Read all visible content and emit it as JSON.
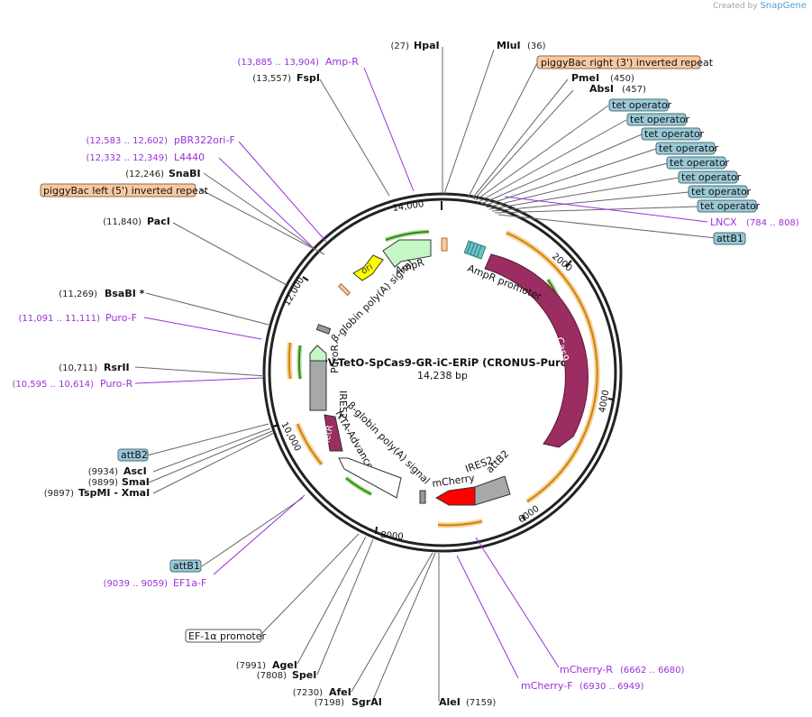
{
  "credit": {
    "prefix": "Created by",
    "brand": "SnapGene"
  },
  "plasmid": {
    "name": "pPV-TetO-SpCas9-GR-iC-ERiP (CRONUS-Puro)",
    "size": "14,238 bp"
  },
  "ticks": [
    "2000",
    "4000",
    "6000",
    "8000",
    "10,000",
    "12,000",
    "14,000"
  ],
  "enzymes": [
    {
      "name": "HpaI",
      "pos": "(27)"
    },
    {
      "name": "MluI",
      "pos": "(36)"
    },
    {
      "name": "PmeI",
      "pos": "(450)"
    },
    {
      "name": "AbsI",
      "pos": "(457)"
    },
    {
      "name": "FspI",
      "pos": "(13,557)"
    },
    {
      "name": "SnaBI",
      "pos": "(12,246)"
    },
    {
      "name": "PacI",
      "pos": "(11,840)"
    },
    {
      "name": "BsaBI *",
      "pos": "(11,269)"
    },
    {
      "name": "RsrII",
      "pos": "(10,711)"
    },
    {
      "name": "AscI",
      "pos": "(9934)"
    },
    {
      "name": "SmaI",
      "pos": "(9899)"
    },
    {
      "name": "TspMI - XmaI",
      "pos": "(9897)"
    },
    {
      "name": "AgeI",
      "pos": "(7991)"
    },
    {
      "name": "SpeI",
      "pos": "(7808)"
    },
    {
      "name": "AfeI",
      "pos": "(7230)"
    },
    {
      "name": "SgrAI",
      "pos": "(7198)"
    },
    {
      "name": "AleI",
      "pos": "(7159)"
    }
  ],
  "primers": [
    {
      "name": "Amp-R",
      "range": "(13,885 .. 13,904)"
    },
    {
      "name": "pBR322ori-F",
      "range": "(12,583 .. 12,602)"
    },
    {
      "name": "L4440",
      "range": "(12,332 .. 12,349)"
    },
    {
      "name": "Puro-F",
      "range": "(11,091 .. 11,111)"
    },
    {
      "name": "Puro-R",
      "range": "(10,595 .. 10,614)"
    },
    {
      "name": "EF1a-F",
      "range": "(9039 .. 9059)"
    },
    {
      "name": "LNCX",
      "range": "(784 .. 808)"
    },
    {
      "name": "mCherry-R",
      "range": "(6662 .. 6680)"
    },
    {
      "name": "mCherry-F",
      "range": "(6930 .. 6949)"
    }
  ],
  "boxed_features": {
    "pb_right": "piggyBac right (3') inverted repeat",
    "pb_left": "piggyBac left (5') inverted repeat",
    "tet_operator": "tet operator",
    "attB1": "attB1",
    "attB2": "attB2",
    "ef1a": "EF-1α promoter"
  },
  "features": {
    "cas9": "Cas9",
    "ampr": "AmpR",
    "ampr_promoter": "AmpR promoter",
    "ori": "ori",
    "bglobin_top": "β-globin poly(A) signal",
    "bglobin_bottom": "β-globin poly(A) signal",
    "puror": "PuroR",
    "ires2_left": "IRES2",
    "ires2_right": "IRES2",
    "attb2_inner": "attB2",
    "mcherry": "mCherry",
    "tetr": "rTetR",
    "rtta": "rtTA-Advanced"
  },
  "colors": {
    "cas9": "#9b2d62",
    "ampr": "#c5f7c5",
    "ori": "#ffff00",
    "mcherry": "#ff0000",
    "tetr": "#9b2d62",
    "orf_orange": "#f2a93b",
    "orf_green": "#5fb833",
    "primer": "#9b30d9",
    "box_blue": "#99c9d6",
    "box_orange": "#f8c9a0"
  }
}
